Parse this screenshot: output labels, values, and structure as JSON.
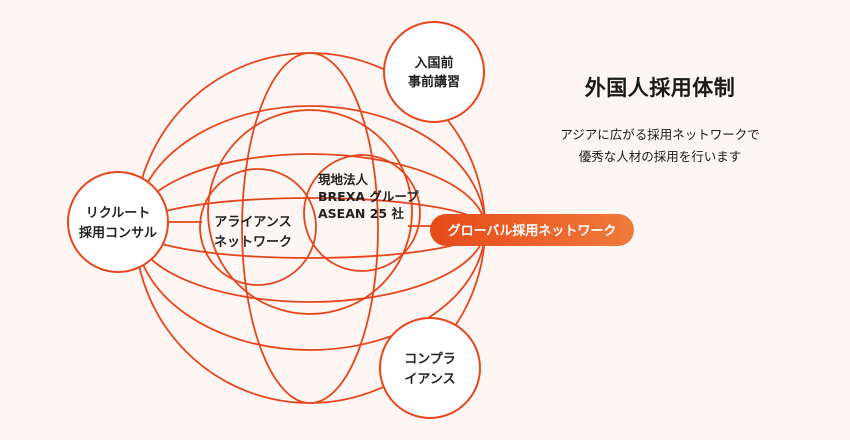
{
  "colors": {
    "line": "#e5461d",
    "pill_start": "#e64a19",
    "pill_end": "#f07a3c",
    "node_fill": "#ffffff",
    "background": "#fdf6f3"
  },
  "diagram": {
    "nodes": {
      "pre_entry": [
        "入国前",
        "事前講習"
      ],
      "recruit": [
        "リクルート",
        "採用コンサル"
      ],
      "compliance": [
        "コンプラ",
        "イアンス"
      ],
      "alliance": [
        "アライアンス",
        "ネットワーク"
      ],
      "local": [
        "現地法人",
        "BREXA グループ",
        "ASEAN 25 社"
      ]
    },
    "global_network_label": "グローバル採用ネットワーク"
  },
  "info": {
    "title": "外国人採用体制",
    "description": [
      "アジアに広がる採用ネットワークで",
      "優秀な人材の採用を行います"
    ]
  }
}
